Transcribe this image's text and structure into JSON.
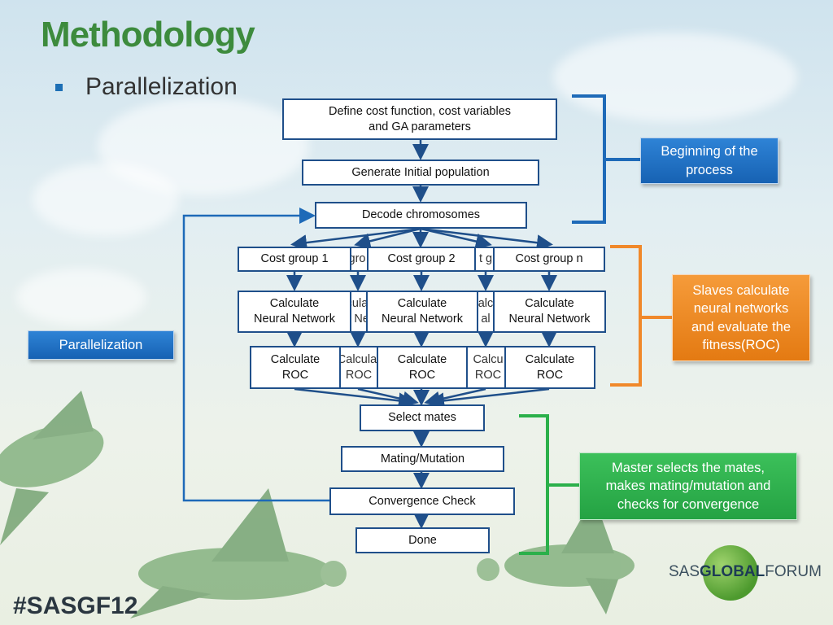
{
  "title": "Methodology",
  "bullet": "Parallelization",
  "flow": {
    "define_line1": "Define cost function, cost variables",
    "define_line2": "and GA parameters",
    "generate": "Generate Initial population",
    "decode": "Decode chromosomes",
    "cost_group_1": "Cost group 1",
    "cost_group_2": "Cost group 2",
    "cost_group_n": "Cost group n",
    "cost_group_partial_1": "gro",
    "cost_group_partial_2": "t g",
    "calc_nn_line1": "Calculate",
    "calc_nn_line2": "Neural Network",
    "calc_nn_partial_a1": "culat",
    "calc_nn_partial_a2": "l Ne",
    "calc_nn_partial_b1": "alc",
    "calc_nn_partial_b2": "al",
    "calc_roc_line1": "Calculate",
    "calc_roc_line2": "ROC",
    "calc_roc_partial_a1": "Calculat",
    "calc_roc_partial_a2": "ROC",
    "calc_roc_partial_b1": "Calcu",
    "calc_roc_partial_b2": "ROC",
    "select_mates": "Select mates",
    "mating": "Mating/Mutation",
    "convergence": "Convergence Check",
    "done": "Done"
  },
  "callouts": {
    "beginning_line1": "Beginning of the",
    "beginning_line2": "process",
    "slaves_line1": "Slaves calculate",
    "slaves_line2": "neural networks",
    "slaves_line3": "and evaluate the",
    "slaves_line4": "fitness(ROC)",
    "master_line1": "Master selects the mates,",
    "master_line2": "makes mating/mutation and",
    "master_line3": "checks for convergence",
    "parallelization": "Parallelization"
  },
  "footer": {
    "hashtag": "#SASGF12",
    "logo_sas": "SAS",
    "logo_global": "GLOBAL",
    "logo_forum": "FORUM"
  },
  "colors": {
    "title_green": "#3d8b3d",
    "box_border": "#1f4f8a",
    "bracket_blue": "#1e6ab8",
    "bracket_orange": "#f0882a",
    "bracket_green": "#2bb04a",
    "callout_blue": "#1e6fc4",
    "callout_orange": "#ec8a1f",
    "callout_green": "#2bb04a"
  }
}
